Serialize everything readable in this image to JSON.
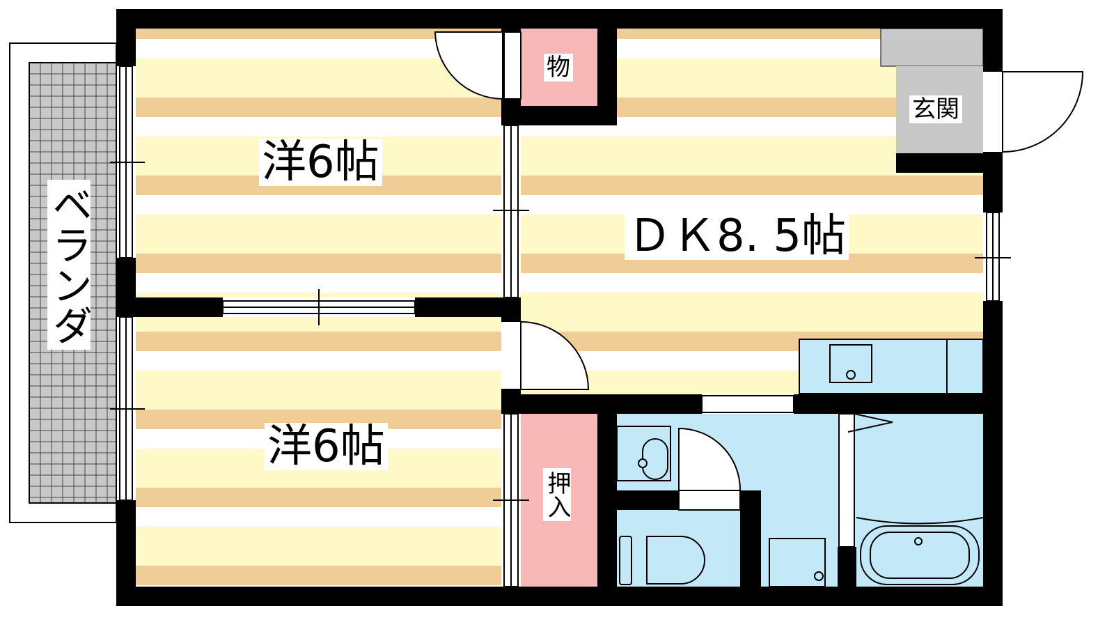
{
  "rooms": {
    "western_room_1": "洋6帖",
    "western_room_2": "洋6帖",
    "dining_kitchen": "ＤＫ8. 5帖",
    "storage": "物",
    "entrance": "玄関",
    "closet": "押入",
    "balcony": "ベランダ"
  },
  "colors": {
    "floor_yellow": "#fff9c8",
    "floor_orange": "#f0cc96",
    "storage_pink": "#f8b8b8",
    "wet_blue": "#c3e8f8",
    "entrance_gray": "#c8c8c8",
    "wall": "#000000"
  }
}
